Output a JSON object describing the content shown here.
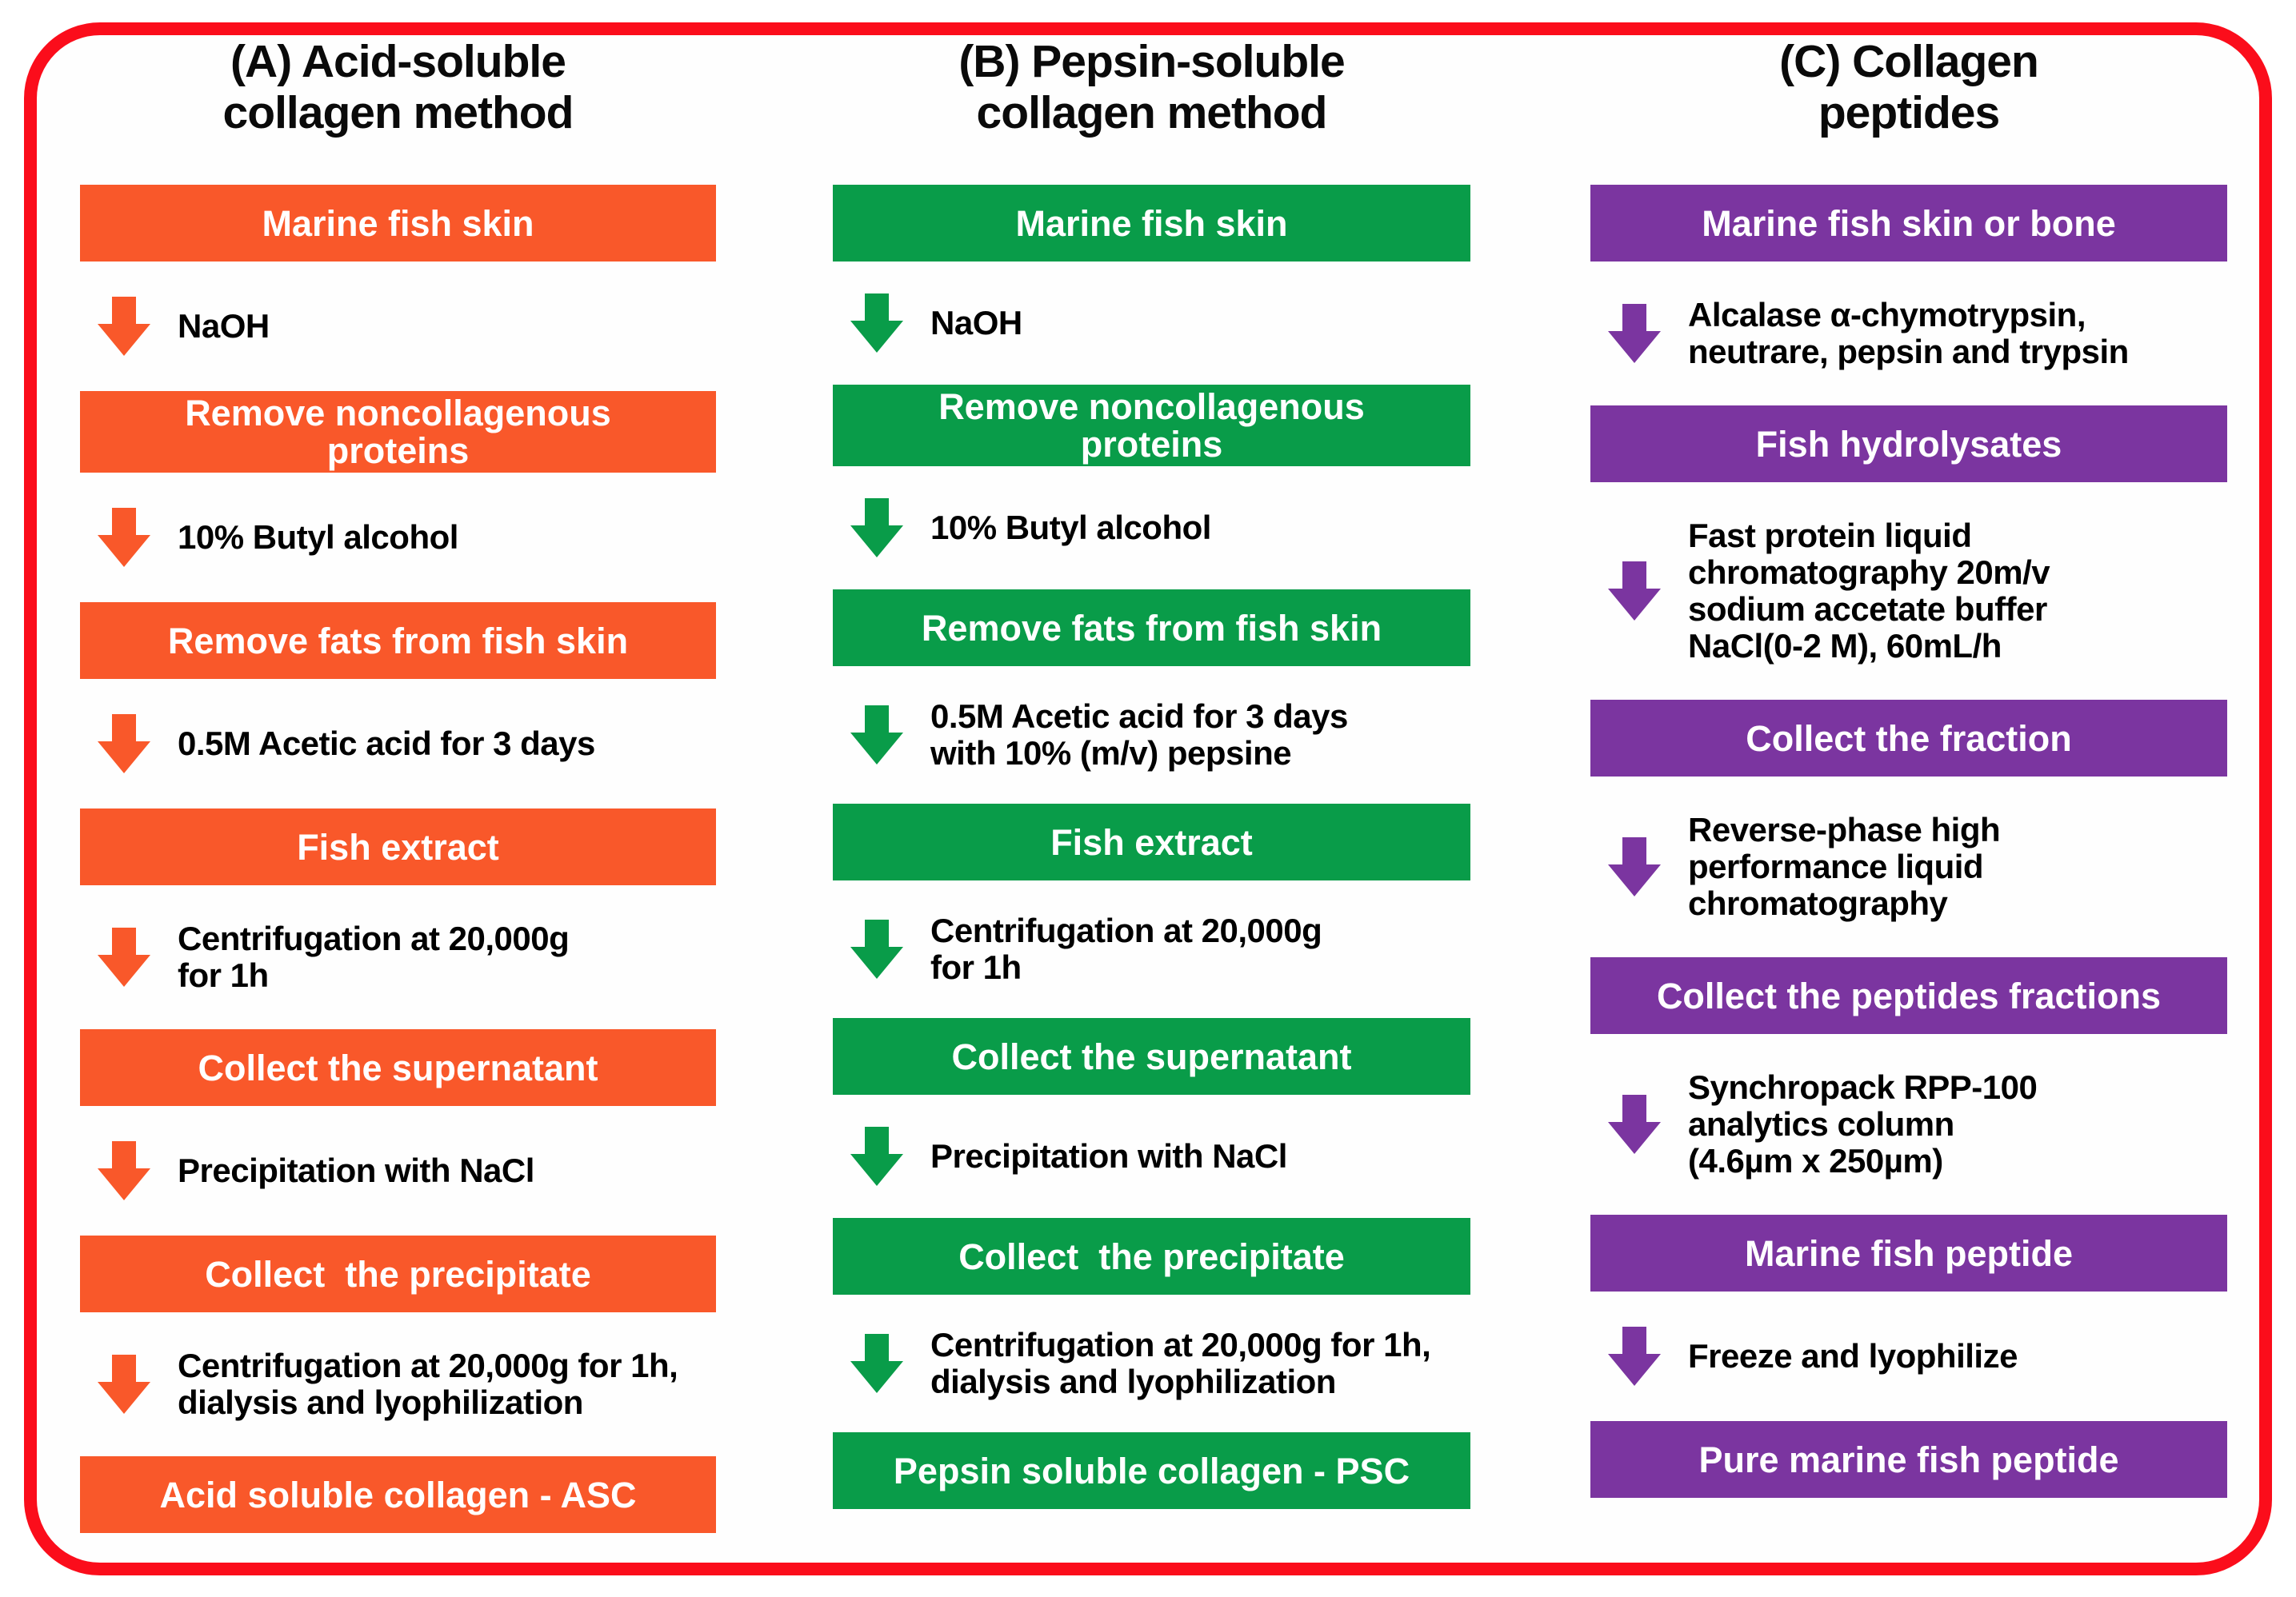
{
  "figure": {
    "type": "flowchart",
    "border_color": "#FB0D1B",
    "background": "#FEFEFE"
  },
  "palette": {
    "column_a_accent": "#F9582A",
    "column_b_accent": "#099C49",
    "column_c_accent": "#7B35A0",
    "box_text": "#FFFFFF",
    "step_text": "#000000",
    "title_text": "#0A0A0A"
  },
  "columns": [
    {
      "id": "A",
      "title": {
        "line1": "(A) Acid-soluble",
        "line2": "collagen method"
      },
      "accent": "#F9582A",
      "nodes": [
        {
          "type": "box",
          "text": "Marine fish skin"
        },
        {
          "type": "step",
          "text": "NaOH"
        },
        {
          "type": "box",
          "text": "Remove noncollagenous\nproteins"
        },
        {
          "type": "step",
          "text": "10% Butyl alcohol"
        },
        {
          "type": "box",
          "text": "Remove fats from fish skin"
        },
        {
          "type": "step",
          "text": "0.5M Acetic acid for 3 days"
        },
        {
          "type": "box",
          "text": "Fish extract"
        },
        {
          "type": "step",
          "text": "Centrifugation at 20,000g\nfor 1h"
        },
        {
          "type": "box",
          "text": "Collect the supernatant"
        },
        {
          "type": "step",
          "text": "Precipitation with NaCl"
        },
        {
          "type": "box",
          "text": "Collect  the precipitate"
        },
        {
          "type": "step",
          "text": "Centrifugation at 20,000g for 1h,\ndialysis and lyophilization"
        },
        {
          "type": "box",
          "text": "Acid soluble collagen - ASC"
        }
      ]
    },
    {
      "id": "B",
      "title": {
        "line1": "(B) Pepsin-soluble",
        "line2": "collagen method"
      },
      "accent": "#099C49",
      "nodes": [
        {
          "type": "box",
          "text": "Marine fish skin"
        },
        {
          "type": "step",
          "text": "NaOH"
        },
        {
          "type": "box",
          "text": "Remove noncollagenous\nproteins"
        },
        {
          "type": "step",
          "text": "10% Butyl alcohol"
        },
        {
          "type": "box",
          "text": "Remove fats from fish skin"
        },
        {
          "type": "step",
          "text": "0.5M Acetic acid for 3 days\nwith 10% (m/v) pepsine"
        },
        {
          "type": "box",
          "text": "Fish extract"
        },
        {
          "type": "step",
          "text": "Centrifugation at 20,000g\nfor 1h"
        },
        {
          "type": "box",
          "text": "Collect the supernatant"
        },
        {
          "type": "step",
          "text": "Precipitation with NaCl"
        },
        {
          "type": "box",
          "text": "Collect  the precipitate"
        },
        {
          "type": "step",
          "text": "Centrifugation at 20,000g for 1h,\ndialysis and lyophilization"
        },
        {
          "type": "box",
          "text": "Pepsin soluble collagen - PSC"
        }
      ]
    },
    {
      "id": "C",
      "title": {
        "line1": "(C) Collagen",
        "line2": "peptides"
      },
      "accent": "#7B35A0",
      "nodes": [
        {
          "type": "box",
          "text": "Marine fish skin or bone"
        },
        {
          "type": "step",
          "text": "Alcalase α-chymotrypsin,\nneutrare, pepsin and trypsin"
        },
        {
          "type": "box",
          "text": "Fish hydrolysates"
        },
        {
          "type": "step",
          "text": "Fast protein liquid\nchromatography 20m/v\nsodium accetate buffer\nNaCl(0-2 M), 60mL/h"
        },
        {
          "type": "box",
          "text": "Collect the fraction"
        },
        {
          "type": "step",
          "text": "Reverse-phase high\nperformance liquid\nchromatography"
        },
        {
          "type": "box",
          "text": "Collect the peptides fractions"
        },
        {
          "type": "step",
          "text": "Synchropack RPP-100\nanalytics column\n(4.6µm x 250µm)"
        },
        {
          "type": "box",
          "text": "Marine fish peptide"
        },
        {
          "type": "step",
          "text": "Freeze and lyophilize"
        },
        {
          "type": "box",
          "text": "Pure marine fish peptide"
        }
      ]
    }
  ]
}
